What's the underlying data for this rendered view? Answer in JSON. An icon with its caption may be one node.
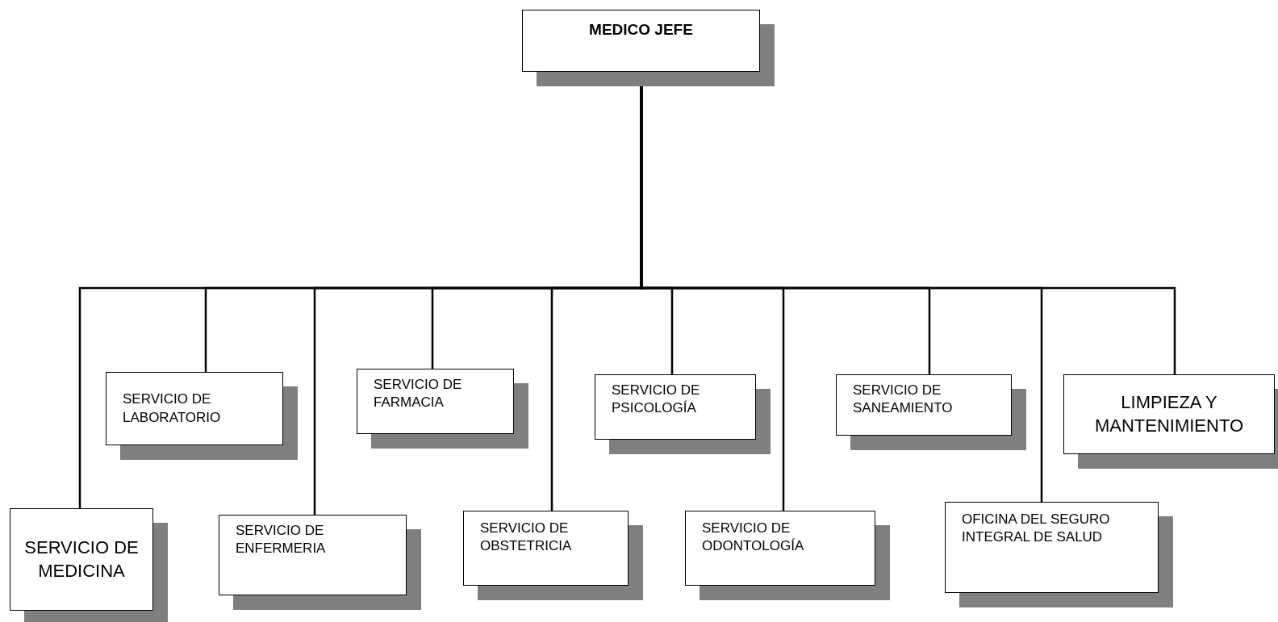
{
  "diagram": {
    "nodes": [
      {
        "text": [
          "MEDICO JEFE"
        ]
      },
      {
        "text": [
          "SERVICIO DE MEDICINA"
        ]
      },
      {
        "text": [
          "SERVICIO DE LABORATORIO"
        ]
      },
      {
        "text": [
          "SERVICIO DE ENFERMERIA"
        ]
      },
      {
        "text": [
          "SERVICIO DE FARMACIA"
        ]
      },
      {
        "text": [
          "SERVICIO DE OBSTETRICIA"
        ]
      },
      {
        "text": [
          "SERVICIO DE PSICOLOGÍA"
        ]
      },
      {
        "text": [
          "SERVICIO DE ODONTOLOGÍA"
        ]
      },
      {
        "text": [
          "SERVICIO DE SANEAMIENTO"
        ]
      },
      {
        "text": [
          "LIMPIEZA Y MANTENIMIENTO"
        ]
      },
      {
        "text": [
          "OFICINA DEL SEGURO INTEGRAL DE SALUD"
        ]
      }
    ],
    "edges": [
      {
        "from": 0,
        "to": 1,
        "arrow": "none"
      },
      {
        "from": 0,
        "to": 2,
        "arrow": "none"
      },
      {
        "from": 0,
        "to": 3,
        "arrow": "none"
      },
      {
        "from": 0,
        "to": 4,
        "arrow": "none"
      },
      {
        "from": 0,
        "to": 5,
        "arrow": "none"
      },
      {
        "from": 0,
        "to": 6,
        "arrow": "none"
      },
      {
        "from": 0,
        "to": 7,
        "arrow": "none"
      },
      {
        "from": 0,
        "to": 8,
        "arrow": "none"
      },
      {
        "from": 0,
        "to": 9,
        "arrow": "none"
      },
      {
        "from": 0,
        "to": 10,
        "arrow": "none"
      }
    ]
  }
}
